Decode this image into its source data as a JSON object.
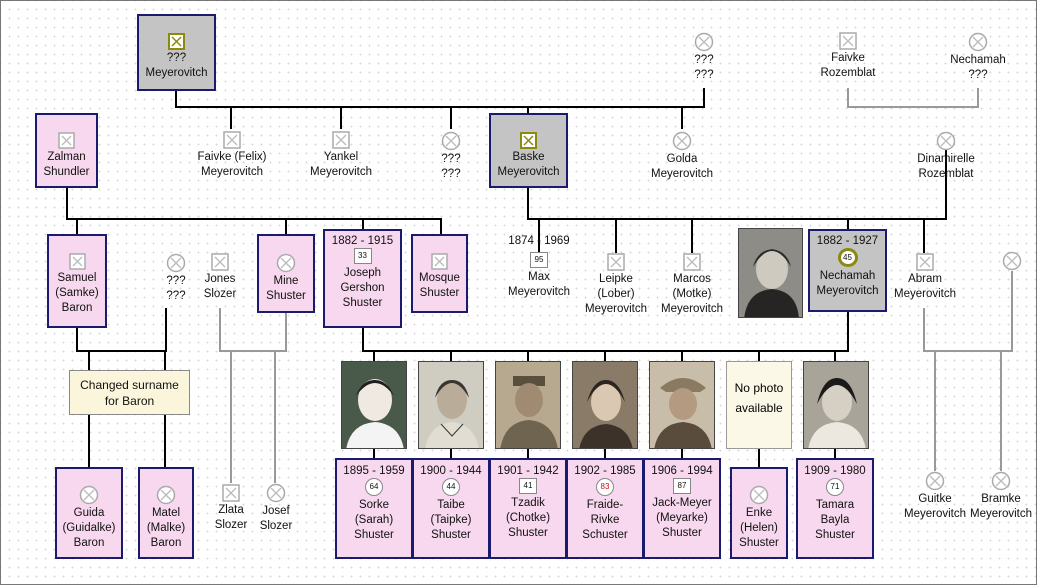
{
  "people": {
    "gf_meyerovitch": {
      "years": "",
      "age": "",
      "name": "???\nMeyerovitch"
    },
    "gm_unknown": {
      "name": "???\n???"
    },
    "faivke_rozemblat": {
      "name": "Faivke\nRozemblat"
    },
    "nechamah_gm": {
      "name": "Nechamah\n???"
    },
    "zalman": {
      "name": "Zalman\nShundler"
    },
    "faivke_felix": {
      "name": "Faivke (Felix)\nMeyerovitch"
    },
    "yankel": {
      "name": "Yankel\nMeyerovitch"
    },
    "unk_spouse": {
      "name": "???\n???"
    },
    "baske": {
      "name": "Baske\nMeyerovitch"
    },
    "golda": {
      "name": "Golda\nMeyerovitch"
    },
    "dinamirelle": {
      "name": "Dinamirelle\nRozemblat"
    },
    "samuel": {
      "name": "Samuel\n(Samke)\nBaron"
    },
    "samuel_wife": {
      "name": "???\n???"
    },
    "jones": {
      "name": "Jones\nSlozer"
    },
    "mine": {
      "name": "Mine\nShuster"
    },
    "joseph": {
      "years": "1882 - 1915",
      "age": "33",
      "name": "Joseph\nGershon\nShuster"
    },
    "mosque": {
      "name": "Mosque\nShuster"
    },
    "max": {
      "years": "1874 - 1969",
      "age": "95",
      "name": "Max\nMeyerovitch"
    },
    "leipke": {
      "name": "Leipke\n(Lober)\nMeyerovitch"
    },
    "marcos": {
      "name": "Marcos\n(Motke)\nMeyerovitch"
    },
    "nechamah": {
      "years": "1882 - 1927",
      "age": "45",
      "name": "Nechamah\nMeyerovitch"
    },
    "abram": {
      "name": "Abram\nMeyerovitch"
    },
    "abram_wife": {
      "name": ""
    },
    "guida": {
      "name": "Guida\n(Guidalke)\nBaron"
    },
    "matel": {
      "name": "Matel\n(Malke)\nBaron"
    },
    "zlata": {
      "name": "Zlata\nSlozer"
    },
    "josef": {
      "name": "Josef\nSlozer"
    },
    "sorke": {
      "years": "1895 - 1959",
      "age": "64",
      "name": "Sorke\n(Sarah)\nShuster"
    },
    "taibe": {
      "years": "1900 - 1944",
      "age": "44",
      "name": "Taibe\n(Taipke)\nShuster"
    },
    "tzadik": {
      "years": "1901 - 1942",
      "age": "41",
      "name": "Tzadik\n(Chotke)\nShuster"
    },
    "fraide": {
      "years": "1902 - 1985",
      "age": "83",
      "name": "Fraide-\nRivke\nSchuster"
    },
    "jack": {
      "years": "1906 - 1994",
      "age": "87",
      "name": "Jack-Meyer\n(Meyarke)\nShuster"
    },
    "enke": {
      "name": "Enke\n(Helen)\nShuster"
    },
    "tamara": {
      "years": "1909 - 1980",
      "age": "71",
      "name": "Tamara\nBayla\nShuster"
    },
    "guitke": {
      "name": "Guitke\nMeyerovitch"
    },
    "bramke": {
      "name": "Bramke\nMeyerovitch"
    }
  },
  "note": {
    "text": "Changed surname\nfor Baron"
  },
  "no_photo": {
    "text": "No photo\navailable"
  },
  "colors": {
    "box_border": "#1a1a6e",
    "box_pink": "#f7d8ee",
    "box_gray": "#c4c4c4",
    "line": "#000000",
    "line_gray": "#999999",
    "icon_gold": "#8a8a10"
  }
}
